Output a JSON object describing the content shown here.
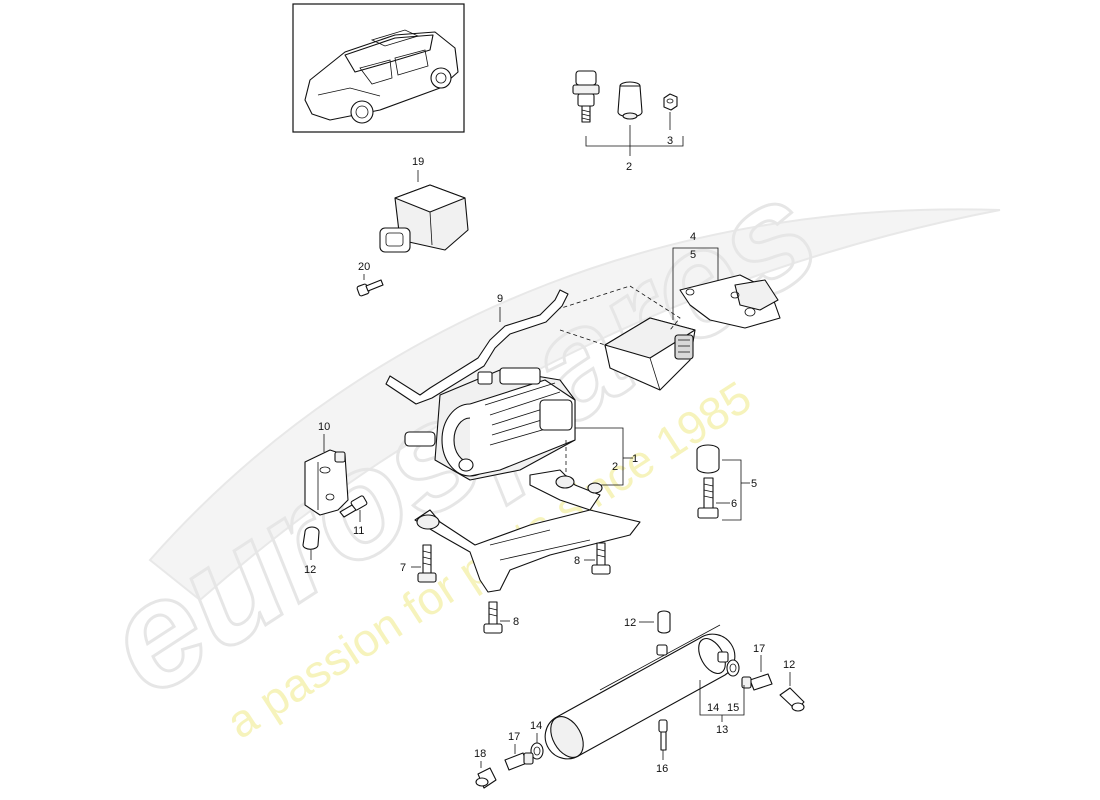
{
  "watermark": {
    "brand": "eurospares",
    "tagline": "a passion for parts since 1985"
  },
  "callouts": {
    "c1": "1",
    "c2a": "2",
    "c2b": "2",
    "c3": "3",
    "c4": "4",
    "c5a": "5",
    "c5b": "5",
    "c6": "6",
    "c7": "7",
    "c8a": "8",
    "c8b": "8",
    "c9": "9",
    "c10": "10",
    "c11": "11",
    "c12a": "12",
    "c12b": "12",
    "c12c": "12",
    "c13": "13",
    "c14a": "14",
    "c14b": "14",
    "c15": "15",
    "c16": "16",
    "c17a": "17",
    "c17b": "17",
    "c18": "18",
    "c19": "19",
    "c20": "20"
  },
  "colors": {
    "line": "#111111",
    "watermark": "#e6e6e6",
    "tagline": "#f3f0a6"
  }
}
